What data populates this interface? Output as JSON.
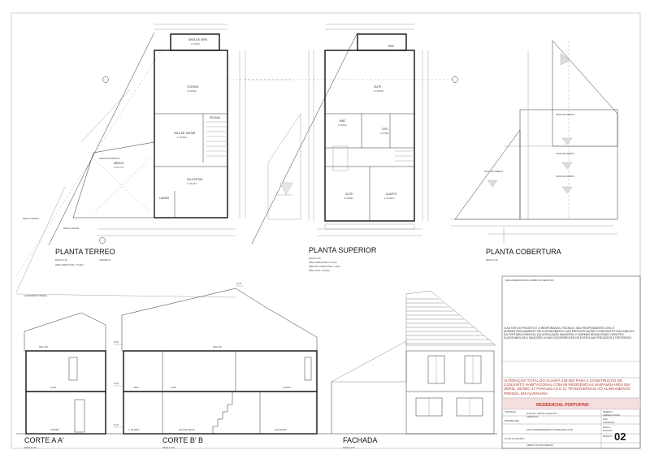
{
  "sheet": {
    "plans": {
      "terreo": {
        "title": "PLANTA TÉRREO",
        "scale": "ESCALA 1:50",
        "unit": "UNIDADE 01",
        "area": "ÁREA COMPUTÁVEL = 70,46m²",
        "rooms": [
          {
            "name": "ÁREA DE SERV.",
            "area": "A.=4,68m²"
          },
          {
            "name": "COZINHA",
            "area": "A.=10,36m²"
          },
          {
            "name": "SALA DE JANTAR",
            "area": "A.=10,15m²"
          },
          {
            "name": "ESCADA",
            "area": ""
          },
          {
            "name": "ABRIGO",
            "area": "A.=21,77m²"
          },
          {
            "name": "SALA ESTAR",
            "area": "A.=16,70m²"
          },
          {
            "name": "LAVABO",
            "area": ""
          }
        ],
        "labels": [
          "RECUO FRONTAL",
          "RECUO LATERAL",
          "ALINHAMENTO PREDIAL",
          "ACESSO DE SERVIÇO"
        ]
      },
      "superior": {
        "title": "PLANTA SUPERIOR",
        "scale": "ESCALA 1:50",
        "area1": "ÁREA COMPUTÁVEL = 62,70m²",
        "area2": "ÁREA NÃO COMPUTÁVEL = 1,85m²",
        "area3": "ÁREA TOTAL = 65,39m²",
        "rooms": [
          {
            "name": "BWC",
            "area": "A.=3,33m²"
          },
          {
            "name": "SUITE",
            "area": "A.=14,54m²"
          },
          {
            "name": "BWC",
            "area": "A.=3,50m²"
          },
          {
            "name": "CIRC.",
            "area": "A.=2,58m²"
          },
          {
            "name": "SUITE",
            "area": "A.=10,68m²"
          },
          {
            "name": "QUARTO",
            "area": "A.=10,93m²"
          }
        ]
      },
      "cobertura": {
        "title": "PLANTA COBERTURA",
        "scale": "ESCALA 1:50",
        "labels": [
          "TELHA DE CIMENTO",
          "TELHA DE CIMENTO",
          "TELHA DE CIMENTO",
          "TELHA DE CIMENTO"
        ]
      }
    },
    "sections": {
      "corte_aa": {
        "title": "CORTE A A'",
        "scale": "ESCALA 1:50",
        "rooms": [
          "SEM USO",
          "SUITE",
          "COZINHA"
        ]
      },
      "corte_bb": {
        "title": "CORTE B' B",
        "scale": "ESCALA 1:50",
        "rooms": [
          "SEM USO",
          "BWC",
          "SUITE",
          "QUARTO",
          "A. DE SERV.",
          "SALA DE JANTAR",
          "SALA ESTAR"
        ],
        "levels": [
          "20,30",
          "16,80",
          "13,00",
          "11,20"
        ]
      },
      "fachada": {
        "title": "FACHADA",
        "scale": "ESCALA 1:50"
      }
    },
    "titleblock": {
      "notice": "O AUTOR DO PROJETO E O RESPONSÁVEL TÉCNICO, SÃO RESPONSÁVEIS CIVIL E ADMINISTRATIVAMENTE PELO ATENDIMENTO DAS ESPECIFICAÇÕES CONSTANTES DOS ANEXOS DA PORTARIA N°80/2013, DA LEGISLAÇÃO MUNICIPAL E NORMAS BRASILEIRAS VIGENTES, SUJEITANDO-SE A SANÇÕES LEGAIS DECORRENTES DE EVENTUAIS PREJUÍZOS A TERCEIROS.",
      "description": "ALTERAÇÃO TOTAL DO ALVARÁ 349.582 PARA A CONSTRUÇÃO DE CONJUNTO HABITACIONAL COM 68 RESIDÊNCIAS UNIFAMILIARES EM SÉRIE, SENDO 47 PARALELAS E 21 TRANSVERSAIS AO ALINHAMENTO PREDIAL EM ALVENARIA",
      "project_name": "RESIDENCIAL PORTOFINO",
      "content": "PLANTAS / CORTES / ELEVAÇÃO",
      "unit": "UNIDADE 01",
      "owner": "ESTILO EMPREENDIMENTOS IMOBILIÁRIOS LTDA",
      "author": "UBIRATÃ ANTONIO DREGER",
      "field_labels": [
        "PROPRIETÁRIO",
        "CONTEÚDO",
        "AUTOR DO PROJETO",
        "DATA",
        "ESCALA",
        "DESENHO",
        "PRANCHA"
      ],
      "date": "JUNHO/2016",
      "scale": "INDICADA",
      "drawn_by": "GABRIELA CEZAR",
      "sheet_number": "02",
      "header_note": "ÁREA RESERVADA PARA CARIMBO DA PREFEITURA"
    }
  }
}
